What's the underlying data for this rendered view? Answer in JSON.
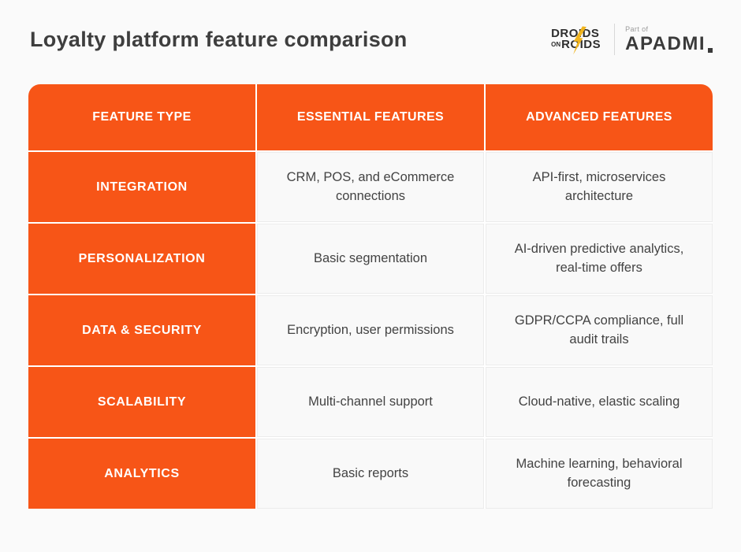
{
  "page": {
    "background": "#FAFAFA",
    "accent_orange": "#F75517",
    "bolt_yellow": "#F0B41E"
  },
  "header": {
    "title": "Loyalty platform feature comparison",
    "logo": {
      "droids_line1": "DROIDS",
      "droids_on": "ON",
      "droids_line2": "ROIDS",
      "part_of": "Part of",
      "apadmi": "APADMI"
    }
  },
  "table": {
    "columns": [
      "FEATURE TYPE",
      "ESSENTIAL FEATURES",
      "ADVANCED FEATURES"
    ],
    "rows": [
      {
        "feature": "INTEGRATION",
        "essential": "CRM, POS, and eCommerce connections",
        "advanced": "API-first, microservices architecture"
      },
      {
        "feature": "PERSONALIZATION",
        "essential": "Basic segmentation",
        "advanced": "AI-driven predictive analytics, real-time offers"
      },
      {
        "feature": "DATA & SECURITY",
        "essential": "Encryption, user permissions",
        "advanced": "GDPR/CCPA compliance, full audit trails"
      },
      {
        "feature": "SCALABILITY",
        "essential": "Multi-channel support",
        "advanced": "Cloud-native, elastic scaling"
      },
      {
        "feature": "ANALYTICS",
        "essential": "Basic reports",
        "advanced": "Machine learning, behavioral forecasting"
      }
    ]
  }
}
